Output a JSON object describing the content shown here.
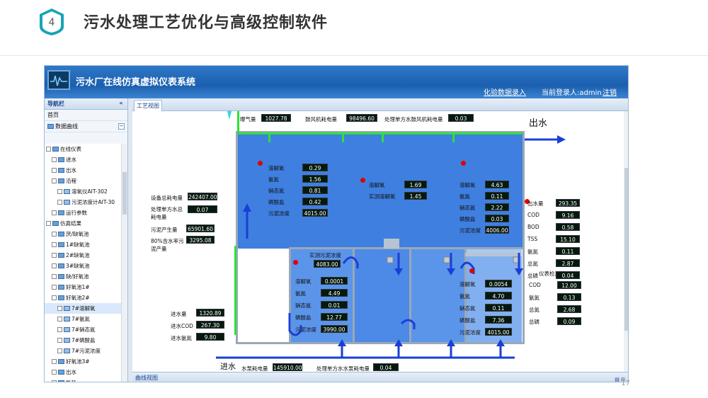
{
  "slide": {
    "badge_number": "4",
    "title": "污水处理工艺优化与高级控制软件",
    "page_number": "17"
  },
  "app": {
    "title": "污水厂在线仿真虚拟仪表系统",
    "header_links": {
      "data_entry": "化验数据录入",
      "login_label": "当前登录人:admin",
      "logout": "注销"
    }
  },
  "sidebar": {
    "title": "导航栏",
    "collapse": "«",
    "home": "首页",
    "data_curve": "数据曲线",
    "data_curve_toggle": "−",
    "tree": [
      {
        "label": "在线仪表",
        "level": 0,
        "kind": "folder"
      },
      {
        "label": "进水",
        "level": 1,
        "kind": "folder"
      },
      {
        "label": "出水",
        "level": 1,
        "kind": "folder"
      },
      {
        "label": "沿程",
        "level": 1,
        "kind": "folder"
      },
      {
        "label": "溶氧仪AIT-302",
        "level": 2,
        "kind": "check"
      },
      {
        "label": "污泥浓度计AIT-30",
        "level": 2,
        "kind": "check"
      },
      {
        "label": "运行参数",
        "level": 1,
        "kind": "folder"
      },
      {
        "label": "仿真结果",
        "level": 0,
        "kind": "folder"
      },
      {
        "label": "厌/缺氧池",
        "level": 1,
        "kind": "folder"
      },
      {
        "label": "1#缺氧池",
        "level": 1,
        "kind": "folder"
      },
      {
        "label": "2#缺氧池",
        "level": 1,
        "kind": "folder"
      },
      {
        "label": "3#缺氧池",
        "level": 1,
        "kind": "folder"
      },
      {
        "label": "缺/好氧池",
        "level": 1,
        "kind": "folder"
      },
      {
        "label": "好氧池1#",
        "level": 1,
        "kind": "folder"
      },
      {
        "label": "好氧池2#",
        "level": 1,
        "kind": "folder"
      },
      {
        "label": "7#溶解氧",
        "level": 2,
        "kind": "check",
        "selected": true
      },
      {
        "label": "7#氨氮",
        "level": 2,
        "kind": "check"
      },
      {
        "label": "7#硝态氮",
        "level": 2,
        "kind": "check"
      },
      {
        "label": "7#磷酸盐",
        "level": 2,
        "kind": "check"
      },
      {
        "label": "7#污泥浓度",
        "level": 2,
        "kind": "check"
      },
      {
        "label": "好氧池3#",
        "level": 1,
        "kind": "folder"
      },
      {
        "label": "出水",
        "level": 1,
        "kind": "folder"
      },
      {
        "label": "能耗",
        "level": 1,
        "kind": "folder"
      }
    ]
  },
  "tabs": {
    "process_view": "工艺视图",
    "curve_view": "曲线视图"
  },
  "process": {
    "outlet_label": "出水",
    "inlet_label": "进水",
    "top": {
      "aeration_label": "曝气量",
      "aeration_value": "1027.78",
      "blower_label": "鼓风机耗电量",
      "blower_value": "98496.60",
      "unit_blower_label": "处理单方水鼓风机耗电量",
      "unit_blower_value": "0.03"
    },
    "left_stats": {
      "equip_label": "设备总耗电量",
      "equip_value": "242407.00",
      "unit_label_1": "处理单方水总",
      "unit_label_2": "耗电量",
      "unit_value": "0.07",
      "sludge_label": "污泥产生量",
      "sludge_value": "65901.60",
      "wet_label_1": "80%含水率污",
      "wet_label_2": "泥产量",
      "wet_value": "3295.08"
    },
    "inflow": {
      "flow_label": "进水量",
      "flow_value": "1320.89",
      "cod_label": "进水COD",
      "cod_value": "267.30",
      "nh_label": "进水氨氮",
      "nh_value": "9.80"
    },
    "bottom": {
      "pump_label": "水泵耗电量",
      "pump_value": "145910.00",
      "unit_pump_label": "处理单方水水泵耗电量",
      "unit_pump_value": "0.04"
    },
    "tank_a": {
      "rows": [
        {
          "label": "溶解氧",
          "value": "0.29"
        },
        {
          "label": "氨氮",
          "value": "1.56"
        },
        {
          "label": "硝态氮",
          "value": "0.81"
        },
        {
          "label": "磷酸盐",
          "value": "0.42"
        },
        {
          "label": "污泥浓度",
          "value": "4015.00"
        }
      ]
    },
    "tank_b": {
      "rows": [
        {
          "label": "溶解氧",
          "value": "1.69"
        },
        {
          "label": "实测溶解氧",
          "value": "1.45"
        }
      ]
    },
    "tank_c": {
      "rows": [
        {
          "label": "溶解氧",
          "value": "4.63"
        },
        {
          "label": "氨氮",
          "value": "0.11"
        },
        {
          "label": "硝态氮",
          "value": "2.22"
        },
        {
          "label": "磷酸盐",
          "value": "0.03"
        },
        {
          "label": "污泥浓度",
          "value": "4006.00"
        }
      ]
    },
    "measured_sludge": {
      "label": "实测污泥浓度",
      "value": "4083.00"
    },
    "tank_d": {
      "rows": [
        {
          "label": "溶解氧",
          "value": "0.0001"
        },
        {
          "label": "氨氮",
          "value": "4.49"
        },
        {
          "label": "硝态氮",
          "value": "0.01"
        },
        {
          "label": "磷酸盐",
          "value": "12.77"
        },
        {
          "label": "污泥浓度",
          "value": "3990.00"
        }
      ]
    },
    "tank_e": {
      "rows": [
        {
          "label": "溶解氧",
          "value": "0.0054"
        },
        {
          "label": "氨氮",
          "value": "4.70"
        },
        {
          "label": "硝态氮",
          "value": "0.11"
        },
        {
          "label": "磷酸盐",
          "value": "7.36"
        },
        {
          "label": "污泥浓度",
          "value": "4015.00"
        }
      ]
    },
    "effluent": {
      "rows": [
        {
          "label": "出水量",
          "value": "293.35"
        },
        {
          "label": "COD",
          "value": "9.16"
        },
        {
          "label": "BOD",
          "value": "0.58"
        },
        {
          "label": "TSS",
          "value": "15.10"
        },
        {
          "label": "氨氮",
          "value": "0.11"
        },
        {
          "label": "总氮",
          "value": "2.87"
        },
        {
          "label": "总磷",
          "value": "0.04"
        }
      ]
    },
    "instrument": {
      "title": "仪表检测结果",
      "rows": [
        {
          "label": "COD",
          "value": "12.00"
        },
        {
          "label": "氨氮",
          "value": "0.13"
        },
        {
          "label": "总氮",
          "value": "2.68"
        },
        {
          "label": "总磷",
          "value": "0.09"
        }
      ]
    }
  },
  "colors": {
    "tank_blue": "#3f7fe0",
    "tank_light": "#5b95ea",
    "tank_pale": "#a9c9f5",
    "pipe_blue": "#1a3fd6",
    "air_green": "#2ee03a"
  }
}
